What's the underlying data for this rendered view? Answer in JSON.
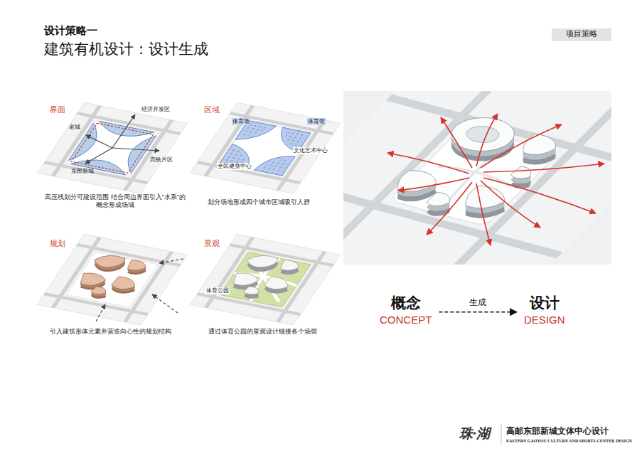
{
  "diagram": {
    "title": "设计策略一",
    "nodes": [
      {
        "text": [
          "项目策略"
        ]
      },
      {
        "text": [
          "概念",
          "CONCEPT"
        ]
      },
      {
        "text": [
          "设计",
          "DESIGN"
        ]
      }
    ],
    "edges": [
      {
        "from": 1,
        "to": 2,
        "arrow": "to",
        "label": "生成"
      }
    ],
    "labels": [
      "建筑有机设计：设计生成",
      "界面",
      "经济开发区",
      "老城",
      "东部新城",
      "高铁片区",
      "高压线划分可建设范围 结合周边界面引入“水系”的概念形成场域",
      "区域",
      "体育场",
      "体育馆",
      "文化艺术中心",
      "全民健身中心",
      "划分场地形成四个城市区域吸引人群",
      "规划",
      "引入建筑形体元素并营造向心性的规划结构",
      "景观",
      "体育公园",
      "通过体育公园的景观设计链接各个场馆",
      "珠·湖",
      "高邮东部新城文体中心设计",
      "EASTERN GAOYOU CULTURE AND SPORTS CENTER DESIGN"
    ]
  }
}
